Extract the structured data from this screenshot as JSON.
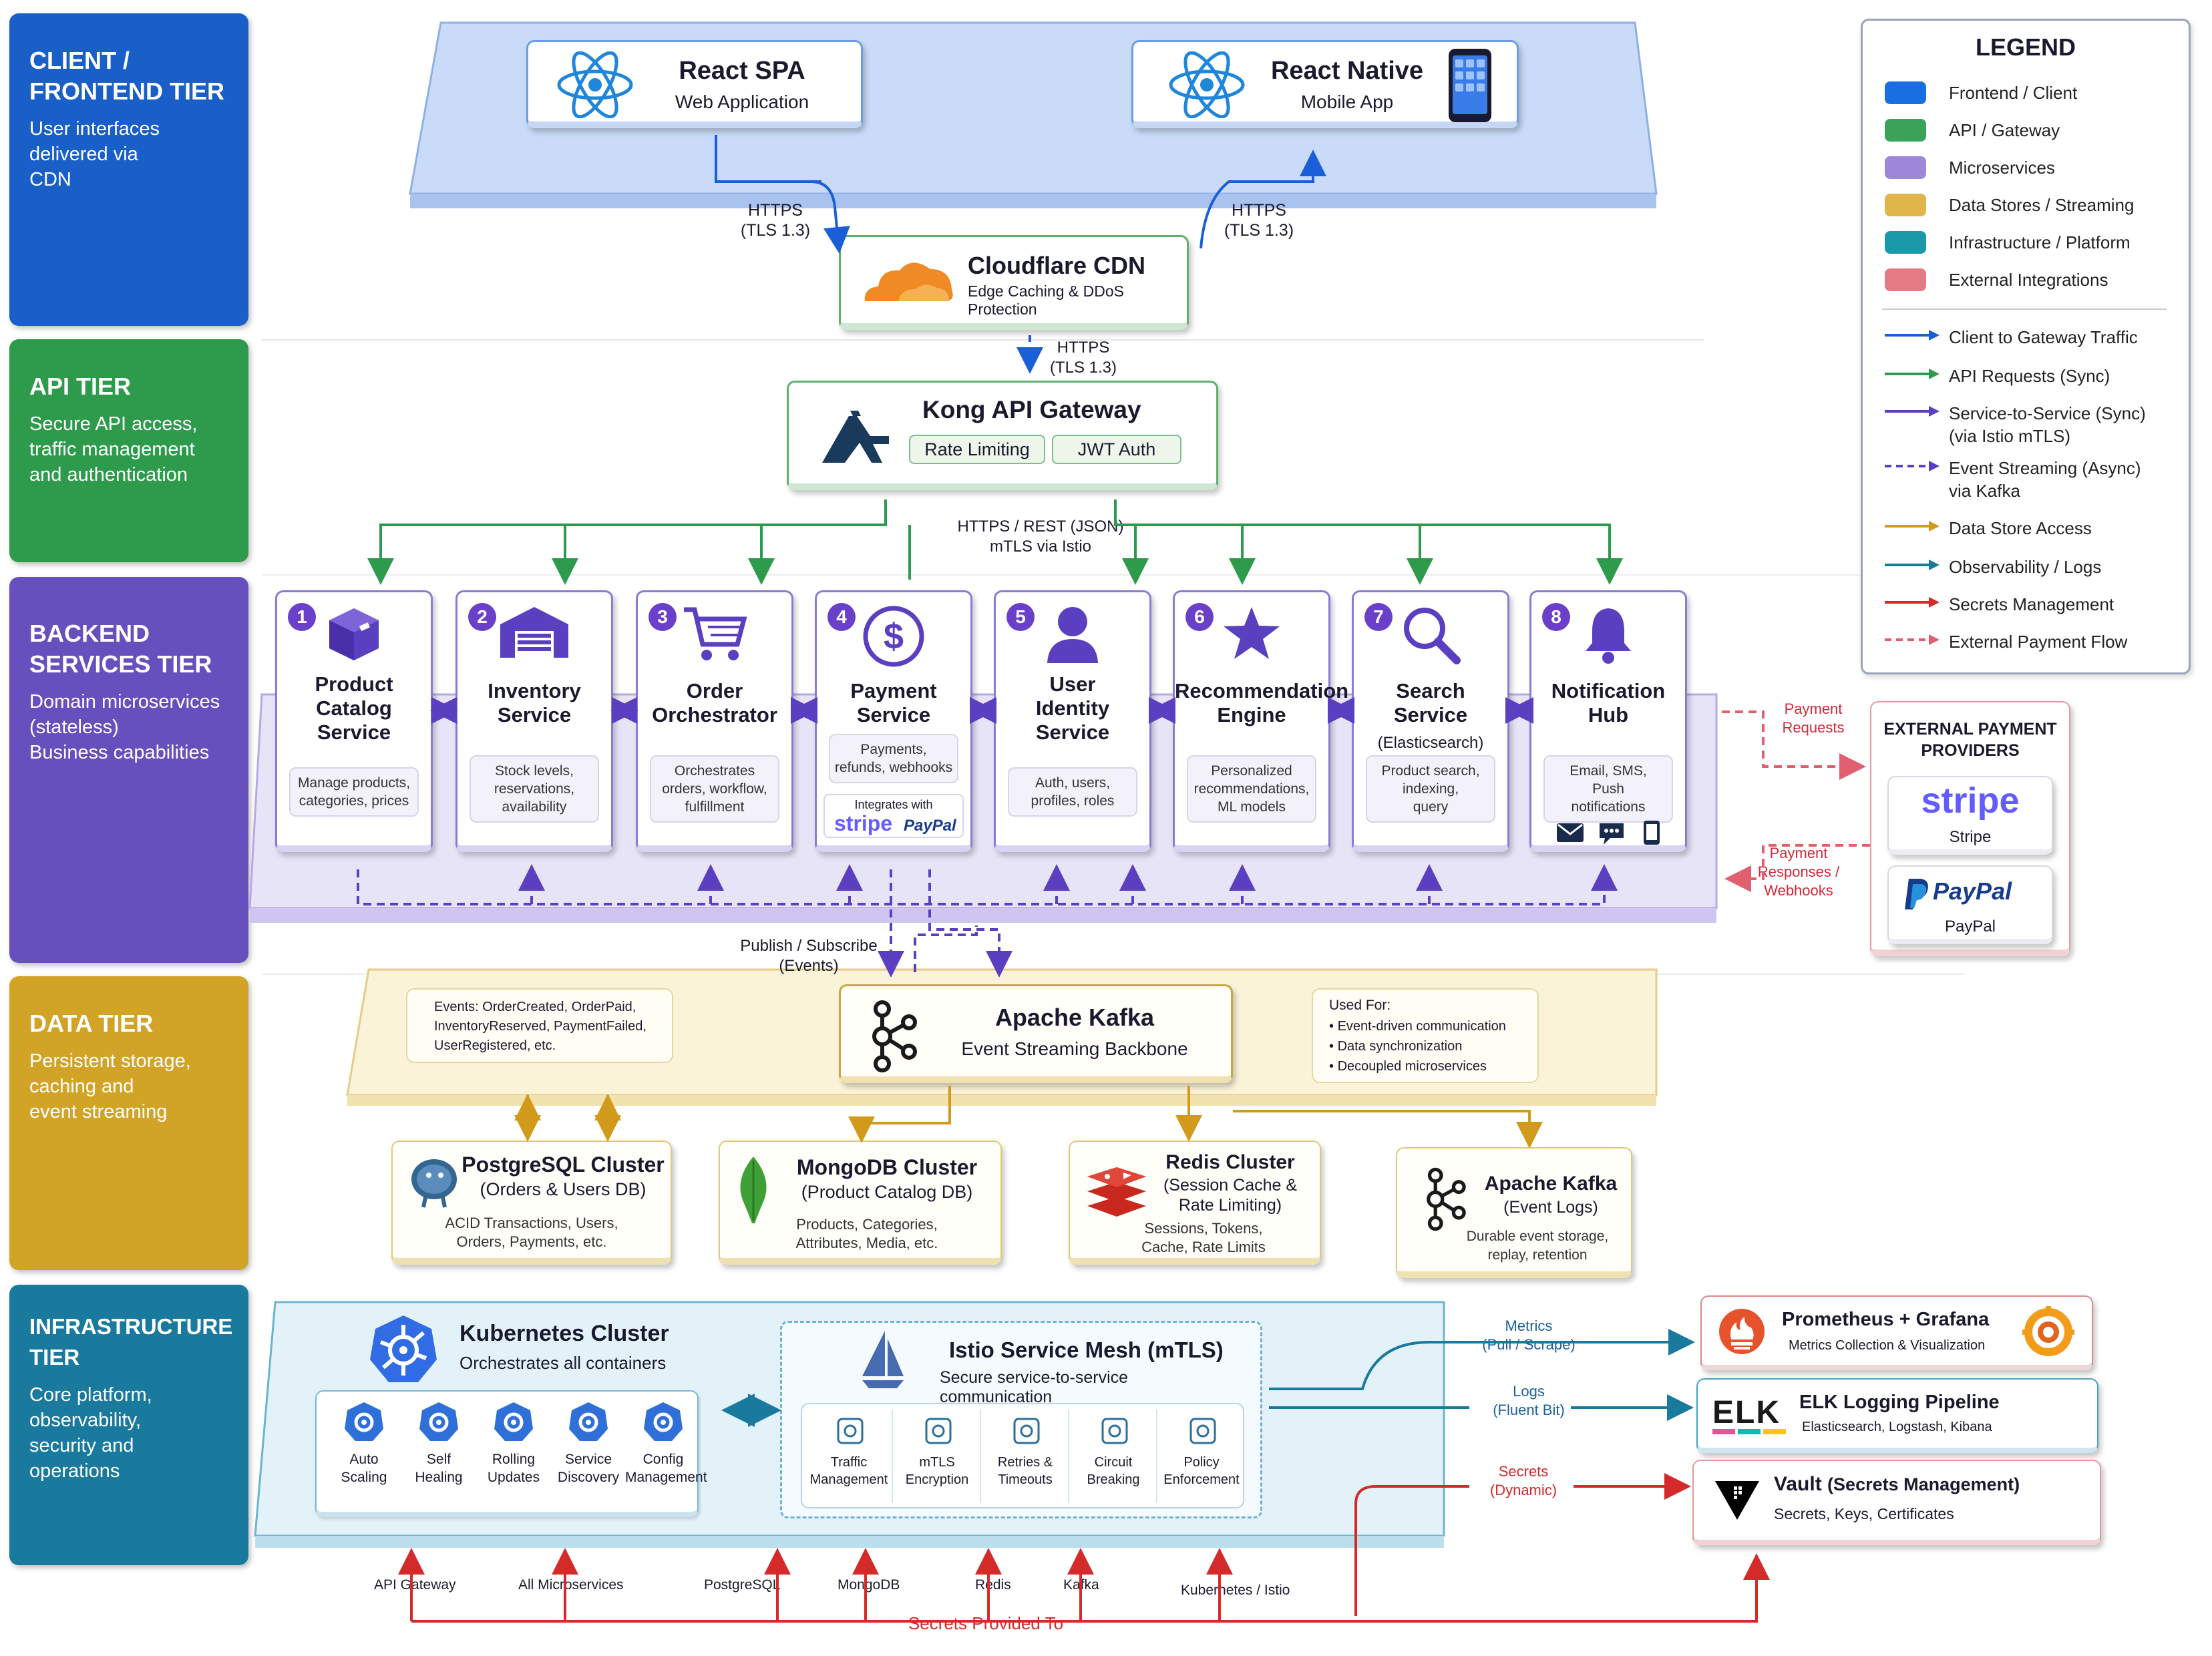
{
  "tiers": [
    {
      "title": "CLIENT /\nFRONTEND TIER",
      "desc": "User interfaces\ndelivered via\nCDN",
      "color": "#1a5fc8"
    },
    {
      "title": "API TIER",
      "desc": "Secure API access,\ntraffic management\nand authentication",
      "color": "#2e9a4c"
    },
    {
      "title": "BACKEND\nSERVICES TIER",
      "desc": "Domain microservices\n(stateless)\nBusiness capabilities",
      "color": "#6550bd"
    },
    {
      "title": "DATA TIER",
      "desc": "Persistent storage,\ncaching and\nevent streaming",
      "color": "#d1a428"
    },
    {
      "title": "INFRASTRUCTURE TIER",
      "desc": "Core platform,\nobservability,\nsecurity and\noperations",
      "color": "#1a7a9e"
    }
  ],
  "client": {
    "spa": {
      "title": "React SPA",
      "subtitle": "Web Application"
    },
    "native": {
      "title": "React Native",
      "subtitle": "Mobile App"
    },
    "https_left": "HTTPS\n(TLS 1.3)",
    "https_right": "HTTPS\n(TLS 1.3)"
  },
  "cdn": {
    "title": "Cloudflare CDN",
    "subtitle": "Edge Caching & DDoS Protection",
    "https": "HTTPS\n(TLS 1.3)"
  },
  "gateway": {
    "title": "Kong API Gateway",
    "chip1": "Rate Limiting",
    "chip2": "JWT Auth",
    "protocol": "HTTPS / REST (JSON)\nmTLS via Istio"
  },
  "services": [
    {
      "num": "1",
      "name": "Product\nCatalog\nService",
      "desc": "Manage products,\ncategories, prices",
      "icon": "box-icon"
    },
    {
      "num": "2",
      "name": "Inventory\nService",
      "desc": "Stock levels,\nreservations,\navailability",
      "icon": "warehouse-icon"
    },
    {
      "num": "3",
      "name": "Order\nOrchestrator",
      "desc": "Orchestrates\norders, workflow,\nfulfillment",
      "icon": "cart-icon"
    },
    {
      "num": "4",
      "name": "Payment\nService",
      "desc": "Payments,\nrefunds, webhooks",
      "icon": "dollar-icon",
      "integrates": "Integrates with",
      "stripe": "stripe",
      "paypal": "PayPal"
    },
    {
      "num": "5",
      "name": "User\nIdentity\nService",
      "desc": "Auth, users,\nprofiles, roles",
      "icon": "user-icon"
    },
    {
      "num": "6",
      "name": "Recommendation\nEngine",
      "desc": "Personalized\nrecommendations,\nML models",
      "icon": "star-icon"
    },
    {
      "num": "7",
      "name": "Search\nService",
      "name2": "(Elasticsearch)",
      "desc": "Product search,\nindexing,\nquery",
      "icon": "search-icon"
    },
    {
      "num": "8",
      "name": "Notification\nHub",
      "desc": "Email, SMS,\nPush\nnotifications",
      "icon": "bell-icon"
    }
  ],
  "payments": {
    "requests": "Payment\nRequests",
    "responses": "Payment\nResponses /\nWebhooks",
    "title": "EXTERNAL PAYMENT\nPROVIDERS",
    "stripe_logo": "stripe",
    "stripe_label": "Stripe",
    "paypal_logo": "PayPal",
    "paypal_label": "PayPal"
  },
  "kafka": {
    "publish": "Publish / Subscribe\n(Events)",
    "title": "Apache Kafka",
    "subtitle": "Event Streaming Backbone",
    "events": "Events: OrderCreated, OrderPaid,\nInventoryReserved, PaymentFailed,\nUserRegistered, etc.",
    "used_for_title": "Used For:",
    "used_for": [
      "Event-driven communication",
      "Data synchronization",
      "Decoupled microservices"
    ]
  },
  "datastores": [
    {
      "title": "PostgreSQL Cluster",
      "subtitle": "(Orders & Users DB)",
      "desc": "ACID Transactions, Users,\nOrders, Payments, etc.",
      "icon": "postgres-icon"
    },
    {
      "title": "MongoDB Cluster",
      "subtitle": "(Product Catalog DB)",
      "desc": "Products, Categories,\nAttributes, Media, etc.",
      "icon": "mongodb-leaf-icon"
    },
    {
      "title": "Redis Cluster",
      "subtitle": "(Session Cache &\nRate Limiting)",
      "desc": "Sessions, Tokens,\nCache, Rate Limits",
      "icon": "redis-icon"
    },
    {
      "title": "Apache Kafka",
      "subtitle": "(Event Logs)",
      "desc": "Durable event storage,\nreplay, retention",
      "icon": "kafka-icon"
    }
  ],
  "k8s": {
    "title": "Kubernetes Cluster",
    "subtitle": "Orchestrates all containers",
    "features": [
      "Auto\nScaling",
      "Self\nHealing",
      "Rolling\nUpdates",
      "Service\nDiscovery",
      "Config\nManagement"
    ]
  },
  "istio": {
    "title": "Istio Service Mesh (mTLS)",
    "subtitle": "Secure service-to-service communication",
    "features": [
      "Traffic\nManagement",
      "mTLS\nEncryption",
      "Retries &\nTimeouts",
      "Circuit\nBreaking",
      "Policy\nEnforcement"
    ]
  },
  "observability": {
    "metrics": "Metrics\n(Pull / Scrape)",
    "logs": "Logs\n(Fluent Bit)",
    "secrets": "Secrets\n(Dynamic)",
    "prom_title": "Prometheus + Grafana",
    "prom_sub": "Metrics Collection & Visualization",
    "elk_title": "ELK Logging Pipeline",
    "elk_sub": "Elasticsearch, Logstash, Kibana",
    "elk_logo": "ELK",
    "vault_title": "Vault",
    "vault_title2": "(Secrets Management)",
    "vault_sub": "Secrets, Keys, Certificates"
  },
  "secrets_targets": [
    "API Gateway",
    "All Microservices",
    "PostgreSQL",
    "MongoDB",
    "Redis",
    "Kafka",
    "Kubernetes / Istio"
  ],
  "secrets_provided": "Secrets Provided To",
  "legend": {
    "title": "LEGEND",
    "colors": [
      {
        "label": "Frontend / Client",
        "color": "#1a6fe0"
      },
      {
        "label": "API / Gateway",
        "color": "#3aa35a"
      },
      {
        "label": "Microservices",
        "color": "#9c87d8"
      },
      {
        "label": "Data Stores / Streaming",
        "color": "#e0b54a"
      },
      {
        "label": "Infrastructure / Platform",
        "color": "#1a9aa8"
      },
      {
        "label": "External Integrations",
        "color": "#e57a84"
      }
    ],
    "lines": [
      {
        "label": "Client to Gateway Traffic",
        "color": "#1a5fd8",
        "dash": false
      },
      {
        "label": "API Requests (Sync)",
        "color": "#2e9a4c",
        "dash": false
      },
      {
        "label": "Service-to-Service (Sync)\n(via Istio mTLS)",
        "color": "#5a3fc0",
        "dash": false
      },
      {
        "label": "Event Streaming (Async)\nvia Kafka",
        "color": "#5a3fc0",
        "dash": true
      },
      {
        "label": "Data Store Access",
        "color": "#d19a1a",
        "dash": false
      },
      {
        "label": "Observability / Logs",
        "color": "#1a7a9e",
        "dash": false
      },
      {
        "label": "Secrets Management",
        "color": "#d42a2a",
        "dash": false
      },
      {
        "label": "External Payment Flow",
        "color": "#e06070",
        "dash": true
      }
    ]
  }
}
